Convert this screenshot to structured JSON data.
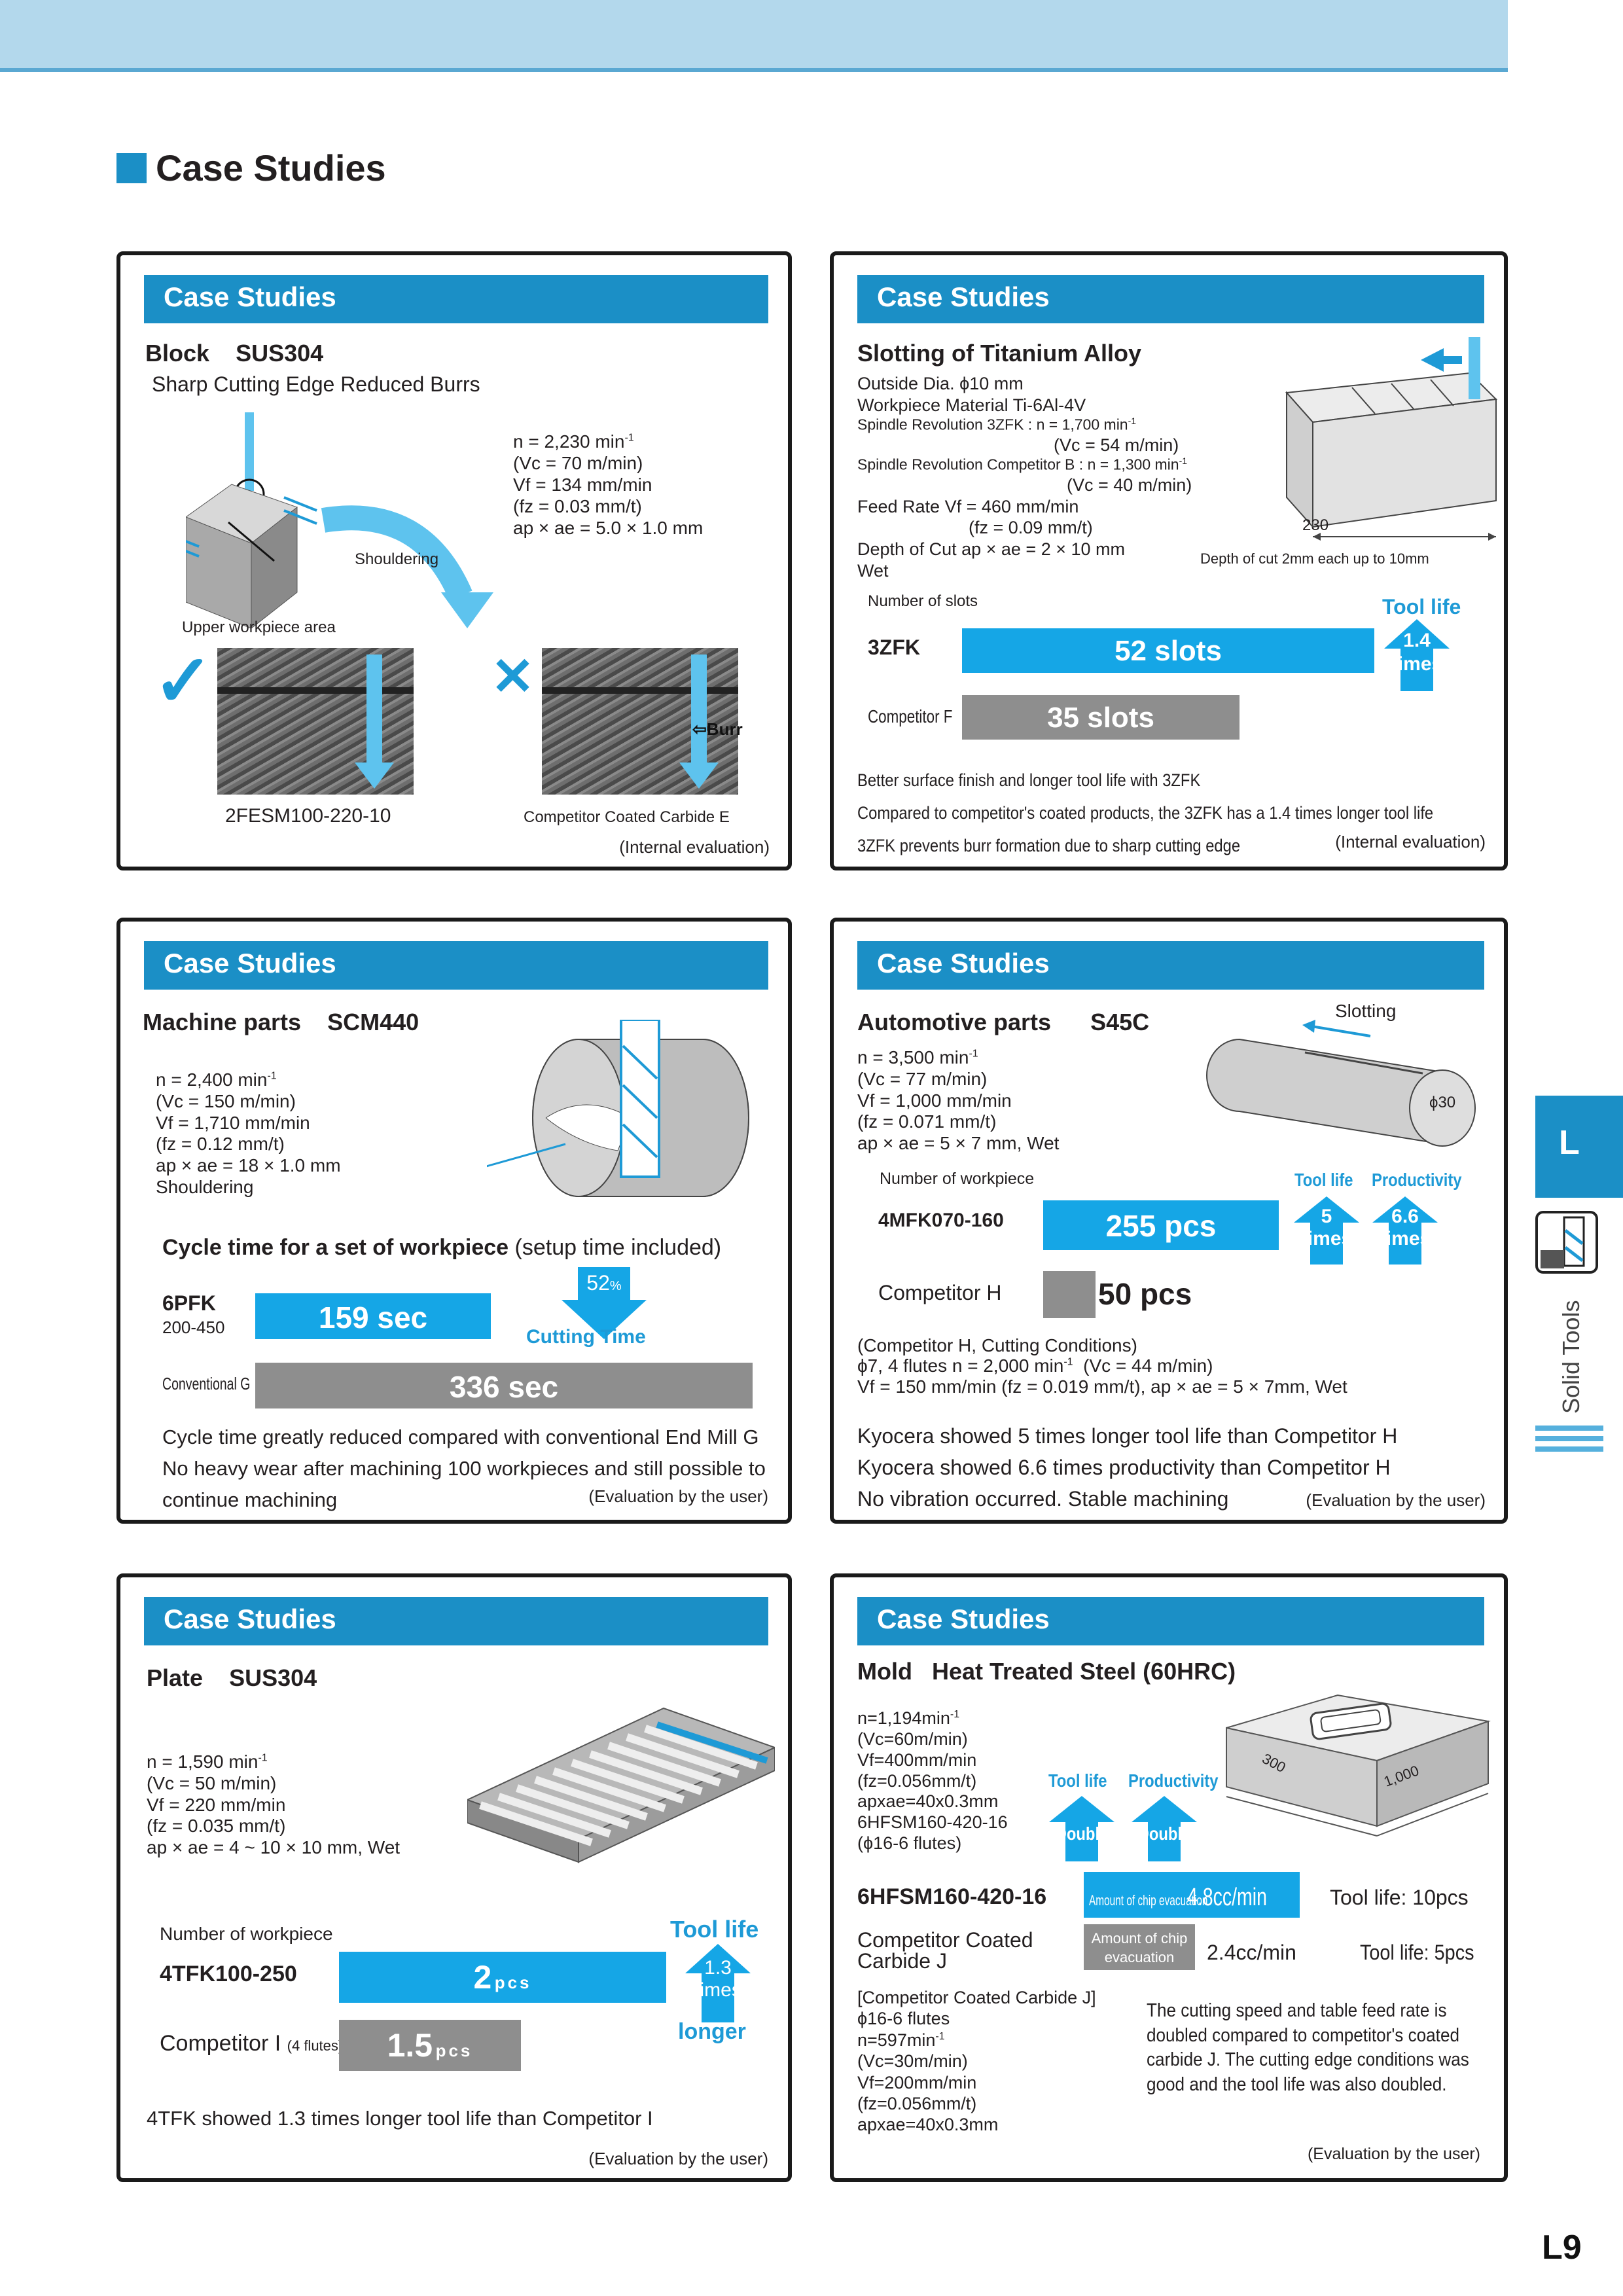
{
  "header": {
    "title": "Case Studies"
  },
  "side_tab": {
    "letter": "L",
    "label": "Solid Tools"
  },
  "page_number": "L9",
  "panel_heading": "Case Studies",
  "panels": [
    {
      "title_a": "Block",
      "title_b": "SUS304",
      "subtitle": "Sharp Cutting Edge Reduced Burrs",
      "conditions": [
        "n = 2,230 min",
        "(Vc = 70 m/min)",
        "Vf = 134 mm/min",
        "(fz = 0.03 mm/t)",
        "ap × ae = 5.0 × 1.0 mm"
      ],
      "sup": "-1",
      "label_shouldering": "Shouldering",
      "label_upper": "Upper workpiece area",
      "label_burr": "Burr",
      "tool_good": "2FESM100-220-10",
      "tool_bad": "Competitor Coated Carbide E",
      "mark_good": "✓",
      "mark_bad": "✕",
      "note": "(Internal evaluation)"
    },
    {
      "title": "Slotting of Titanium Alloy",
      "specs": [
        "Outside Dia.    ϕ10 mm",
        "Workpiece Material    Ti-6Al-4V",
        "Spindle Revolution    3ZFK : n = 1,700 min",
        "(Vc = 54 m/min)",
        "Spindle Revolution    Competitor B : n = 1,300 min",
        "(Vc = 40 m/min)",
        "Feed Rate    Vf = 460 mm/min",
        "(fz = 0.09 mm/t)",
        "Depth of Cut    ap × ae = 2 × 10 mm",
        "Wet"
      ],
      "sup": "-1",
      "dim": "230",
      "depth_note": "Depth of cut 2mm each up to 10mm",
      "chart_caption": "Number of slots",
      "tool_life_label": "Tool life",
      "tool_life_value": "1.4",
      "tool_life_unit": "times",
      "bars": [
        {
          "label": "3ZFK",
          "value": 52,
          "text": "52 slots"
        },
        {
          "label": "Competitor F",
          "value": 35,
          "text": "35 slots"
        }
      ],
      "notes": [
        "Better surface finish and longer tool life with 3ZFK",
        "Compared to competitor's coated products, the 3ZFK has a 1.4 times longer tool life",
        "3ZFK prevents burr formation due to sharp cutting edge"
      ],
      "note": "(Internal evaluation)"
    },
    {
      "title_a": "Machine parts",
      "title_b": "SCM440",
      "conditions": [
        "n = 2,400 min",
        "(Vc = 150 m/min)",
        "Vf = 1,710 mm/min",
        "(fz = 0.12 mm/t)",
        "ap × ae = 18 × 1.0 mm",
        "Shouldering"
      ],
      "sup": "-1",
      "cycle_title": "Cycle time for a set of workpiece",
      "cycle_sub": "(setup time included)",
      "bar1_label": "6PFK",
      "bar1_sub": "200-450",
      "bar1_text": "159 sec",
      "bar1_value": 159,
      "bar2_label": "Conventional G",
      "bar2_text": "336 sec",
      "bar2_value": 336,
      "reduction_value": "52",
      "reduction_unit": "%",
      "reduction_label": "Cutting Time",
      "notes": [
        "Cycle time greatly reduced compared with conventional End Mill G",
        "No heavy wear after machining 100 workpieces and still possible to",
        "continue machining"
      ],
      "note": "(Evaluation by the user)"
    },
    {
      "title_a": "Automotive parts",
      "title_b": "S45C",
      "label_slotting": "Slotting",
      "dim": "ϕ30",
      "conditions": [
        "n = 3,500 min",
        "(Vc = 77 m/min)",
        "Vf = 1,000 mm/min",
        "(fz = 0.071 mm/t)",
        "ap × ae = 5 × 7 mm,   Wet"
      ],
      "sup": "-1",
      "chart_caption": "Number of workpiece",
      "tool_life_label": "Tool life",
      "productivity_label": "Productivity",
      "tool_life_value": "5",
      "productivity_value": "6.6",
      "times": "times",
      "bars": [
        {
          "label": "4MFK070-160",
          "value": 255,
          "text": "255 pcs"
        },
        {
          "label": "Competitor H",
          "value": 50,
          "text": "50 pcs"
        }
      ],
      "comp_conditions": [
        "(Competitor H, Cutting Conditions)",
        "ϕ7, 4 flutes   n = 2,000 min",
        "(Vc = 44 m/min)",
        "Vf = 150 mm/min (fz = 0.019 mm/t),   ap × ae = 5 × 7mm,   Wet"
      ],
      "notes": [
        "Kyocera showed 5 times longer tool life than Competitor H",
        "Kyocera showed 6.6 times productivity than Competitor H",
        "No vibration occurred. Stable machining"
      ],
      "note": "(Evaluation by the user)"
    },
    {
      "title_a": "Plate",
      "title_b": "SUS304",
      "conditions": [
        "n = 1,590 min",
        "(Vc = 50 m/min)",
        "Vf = 220 mm/min",
        "(fz = 0.035 mm/t)",
        "ap × ae = 4 ~ 10 × 10 mm,   Wet"
      ],
      "sup": "-1",
      "chart_caption": "Number of workpiece",
      "tool_life_label": "Tool life",
      "tool_life_value": "1.3",
      "tool_life_unit": "times",
      "tool_life_suffix": "longer",
      "bars": [
        {
          "label": "4TFK100-250",
          "value": 2,
          "num": "2",
          "unit": "pcs"
        },
        {
          "label": "Competitor I",
          "label_sub": "(4 flutes)",
          "value": 1.5,
          "num": "1.5",
          "unit": "pcs"
        }
      ],
      "summary": "4TFK showed 1.3 times longer tool life than Competitor I",
      "note": "(Evaluation by the user)"
    },
    {
      "title_a": "Mold",
      "title_b": "Heat Treated Steel (60HRC)",
      "conditions": [
        "n=1,194min",
        "(Vc=60m/min)",
        "Vf=400mm/min",
        "(fz=0.056mm/t)",
        "apxae=40x0.3mm",
        "6HFSM160-420-16",
        "(ϕ16-6 flutes)"
      ],
      "sup": "-1",
      "dim_a": "300",
      "dim_b": "1,000",
      "tool_life_label": "Tool life",
      "productivity_label": "Productivity",
      "double": "Double",
      "tool1": "6HFSM160-420-16",
      "chip_label": "Amount of chip evacuation",
      "chip1": "4.8cc/min",
      "life1": "Tool life: 10pcs",
      "tool2a": "Competitor Coated",
      "tool2b": "Carbide J",
      "chip2": "2.4cc/min",
      "life2": "Tool life: 5pcs",
      "comp_conditions": [
        "[Competitor Coated Carbide J]",
        "ϕ16-6 flutes",
        "n=597min",
        "(Vc=30m/min)",
        "Vf=200mm/min",
        "(fz=0.056mm/t)",
        "apxae=40x0.3mm"
      ],
      "notes": [
        "The cutting speed and table feed rate is",
        "doubled compared to competitor's coated",
        "carbide J. The cutting edge conditions was",
        "good and the tool life was also doubled."
      ],
      "note": "(Evaluation by the user)"
    }
  ],
  "chart_data": [
    {
      "type": "bar",
      "categories": [
        "3ZFK",
        "Competitor F"
      ],
      "values": [
        52,
        35
      ],
      "xlabel": "Number of slots"
    },
    {
      "type": "bar",
      "categories": [
        "6PFK",
        "Conventional G"
      ],
      "values": [
        159,
        336
      ],
      "title": "Cycle time for a set of workpiece"
    },
    {
      "type": "bar",
      "categories": [
        "4MFK070-160",
        "Competitor H"
      ],
      "values": [
        255,
        50
      ],
      "xlabel": "Number of workpiece"
    },
    {
      "type": "bar",
      "categories": [
        "4TFK100-250",
        "Competitor I"
      ],
      "values": [
        2,
        1.5
      ],
      "xlabel": "Number of workpiece"
    },
    {
      "type": "bar",
      "categories": [
        "6HFSM160-420-16",
        "Competitor Coated Carbide J"
      ],
      "values": [
        4.8,
        2.4
      ],
      "xlabel": "Amount of chip evacuation"
    }
  ],
  "colors": {
    "accent": "#1b8fc6",
    "bar": "#15a6e6",
    "gray": "#8e8e8e"
  }
}
